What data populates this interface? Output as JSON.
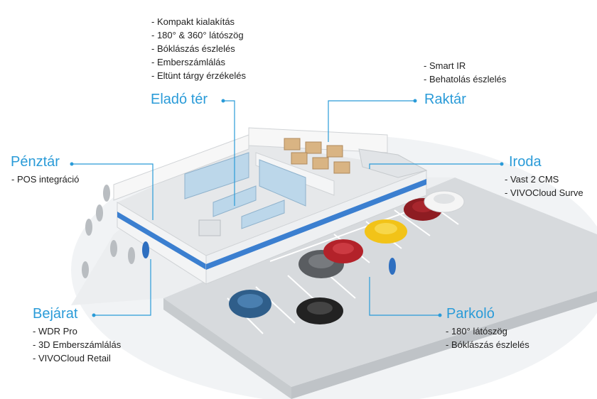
{
  "zones": {
    "elado_ter": {
      "title": "Eladó tér",
      "features": [
        "- Kompakt kialakítás",
        "- 180° & 360° látószög",
        "- Bóklászás észlelés",
        "- Emberszámlálás",
        "- Eltünt tárgy érzékelés"
      ]
    },
    "raktar": {
      "title": "Raktár",
      "features": [
        "- Smart IR",
        "- Behatolás észlelés"
      ]
    },
    "penztar": {
      "title": "Pénztár",
      "features": [
        "- POS integráció"
      ]
    },
    "iroda": {
      "title": "Iroda",
      "features": [
        "- Vast 2 CMS",
        "- VIVOCloud Surve"
      ]
    },
    "bejarat": {
      "title": "Bejárat",
      "features": [
        "- WDR Pro",
        "- 3D Emberszámlálás",
        "- VIVOCloud Retail"
      ]
    },
    "parkolo": {
      "title": "Parkoló",
      "features": [
        "- 180° látószög",
        "- Bóklászás észlelés"
      ]
    }
  },
  "colors": {
    "accent": "#2a9bd8",
    "wall_stripe": "#3b7fd0",
    "floor": "#e9ecef",
    "lot": "#d9dcdf"
  },
  "cars": [
    "blue",
    "black",
    "dark-gray",
    "red",
    "yellow",
    "dark-red",
    "white"
  ]
}
